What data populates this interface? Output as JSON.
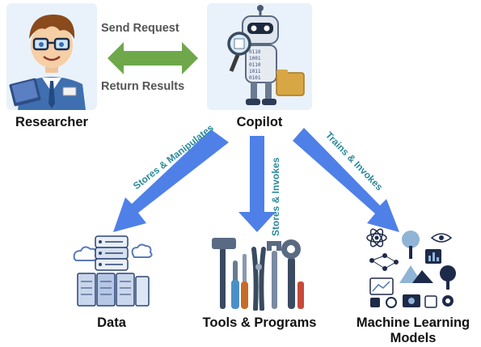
{
  "nodes": {
    "researcher": "Researcher",
    "copilot": "Copilot",
    "data": "Data",
    "tools": "Tools & Programs",
    "ml_line1": "Machine Learning",
    "ml_line2": "Models"
  },
  "exchange": {
    "send": "Send Request",
    "return": "Return Results"
  },
  "edges": {
    "data": "Stores & Manipulates",
    "tools": "Stores & Invokes",
    "ml": "Trains & Invokes"
  },
  "colors": {
    "exchange_arrow": "#6ea84a",
    "flow_arrow": "#4f80e8",
    "edge_label": "#2a8a9b"
  },
  "icons": {
    "researcher": "researcher-avatar-icon",
    "copilot": "robot-copilot-icon",
    "data": "database-servers-icon",
    "tools": "toolbox-icon",
    "ml": "machine-learning-icon"
  }
}
